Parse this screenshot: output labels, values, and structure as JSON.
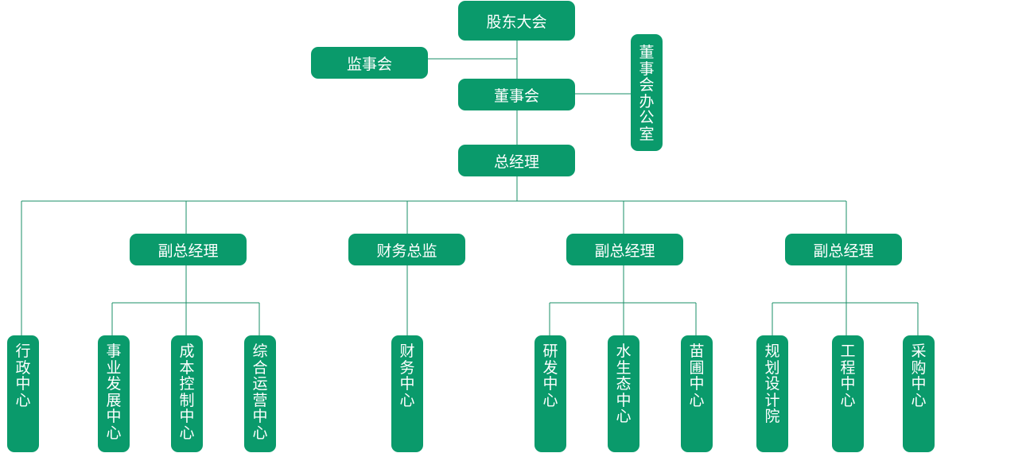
{
  "nodes": {
    "shareholders": "股东大会",
    "supervisors": "监事会",
    "board": "董事会",
    "board_office": "董事会办公室",
    "gm": "总经理",
    "vp1": "副总经理",
    "cfo": "财务总监",
    "vp2": "副总经理",
    "vp3": "副总经理",
    "admin": "行政中心",
    "business": "事业发展中心",
    "cost": "成本控制中心",
    "operations": "综合运营中心",
    "finance": "财务中心",
    "rnd": "研发中心",
    "ecology": "水生态中心",
    "nursery": "苗圃中心",
    "planning": "规划设计院",
    "engineering": "工程中心",
    "procurement": "采购中心"
  },
  "colors": {
    "box": "#0a9a6b",
    "line": "#1a8f67",
    "text": "#ffffff"
  }
}
